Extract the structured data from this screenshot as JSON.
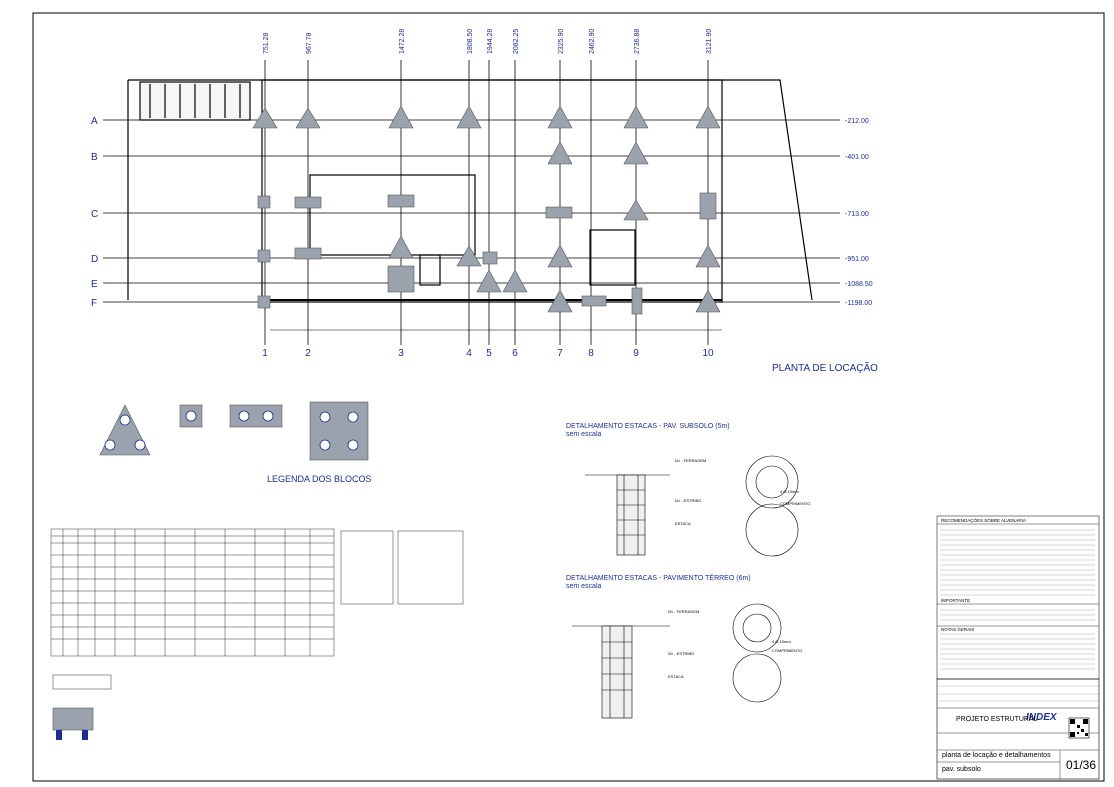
{
  "drawing": {
    "plan_title": "PLANTA DE LOCAÇÃO",
    "legend_title": "LEGENDA DOS BLOCOS",
    "detail1_title": "DETALHAMENTO ESTACAS - PAV. SUBSOLO (5m)",
    "detail1_sub": "sem escala",
    "detail2_title": "DETALHAMENTO ESTACAS - PAVIMENTO TÉRREO (6m)",
    "detail2_sub": "sem escala",
    "detail_notes": {
      "ferragem": "N1 - FERRAGEM",
      "estribo": "N1 - ESTRIBO",
      "estaca": "ESTACA",
      "comprimento": "COMPRIMENTO",
      "diam": "4 Ø 10mm"
    }
  },
  "grid": {
    "columns": [
      {
        "label": "1",
        "coord": "751.28"
      },
      {
        "label": "2",
        "coord": "967.78"
      },
      {
        "label": "3",
        "coord": "1472.28"
      },
      {
        "label": "4",
        "coord": "1808.50"
      },
      {
        "label": "5",
        "coord": "1944.28"
      },
      {
        "label": "6",
        "coord": "2082.25"
      },
      {
        "label": "7",
        "coord": "2325.90"
      },
      {
        "label": "8",
        "coord": "2462.90"
      },
      {
        "label": "9",
        "coord": "2736.88"
      },
      {
        "label": "10",
        "coord": "3121.90"
      }
    ],
    "rows": [
      {
        "label": "A",
        "coord": "-212.00"
      },
      {
        "label": "B",
        "coord": "-401.00"
      },
      {
        "label": "C",
        "coord": "-713.00"
      },
      {
        "label": "D",
        "coord": "-951.00"
      },
      {
        "label": "E",
        "coord": "-1088.50"
      },
      {
        "label": "F",
        "coord": "-1198.00"
      }
    ]
  },
  "notes": {
    "recomendacoes": "RECOMENDAÇÕES SOBRE ALVENARIA",
    "importante": "IMPORTANTE",
    "notas_gerais": "NOTAS GERAIS"
  },
  "title_block": {
    "logo": "INDEX",
    "project": "PROJETO ESTRUTURAL",
    "drawing_name": "planta de locação e detalhamentos",
    "floor": "pav. subsolo",
    "sheet": "01/36"
  },
  "colors": {
    "line": "#000000",
    "accent": "#1c2f8f",
    "block_fill": "#9aa3ad"
  }
}
